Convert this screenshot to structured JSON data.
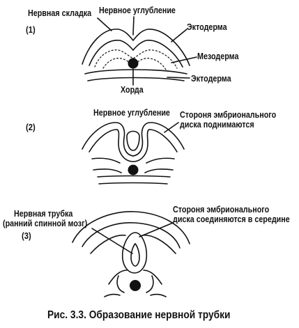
{
  "panels": [
    {
      "number": "(1)",
      "labels": {
        "neural_fold": "Нервная складка",
        "neural_groove": "Нервное углубление",
        "ectoderm_top": "Эктодерма",
        "mesoderm": "Мезодерма",
        "ectoderm_bottom": "Эктодерма",
        "notochord": "Хорда"
      }
    },
    {
      "number": "(2)",
      "labels": {
        "neural_groove": "Нервное углубление",
        "sides_rise_line1": "Стороня эмбрионального",
        "sides_rise_line2": "диска поднимаются"
      }
    },
    {
      "number": "(3)",
      "labels": {
        "neural_tube_line1": "Нервная трубка",
        "neural_tube_line2": "(ранний спинной мозг)",
        "sides_join_line1": "Стороня эмбрионального",
        "sides_join_line2": "диска соединяются в середине"
      }
    }
  ],
  "caption": "Рис. 3.3. Образование нервной трубки"
}
